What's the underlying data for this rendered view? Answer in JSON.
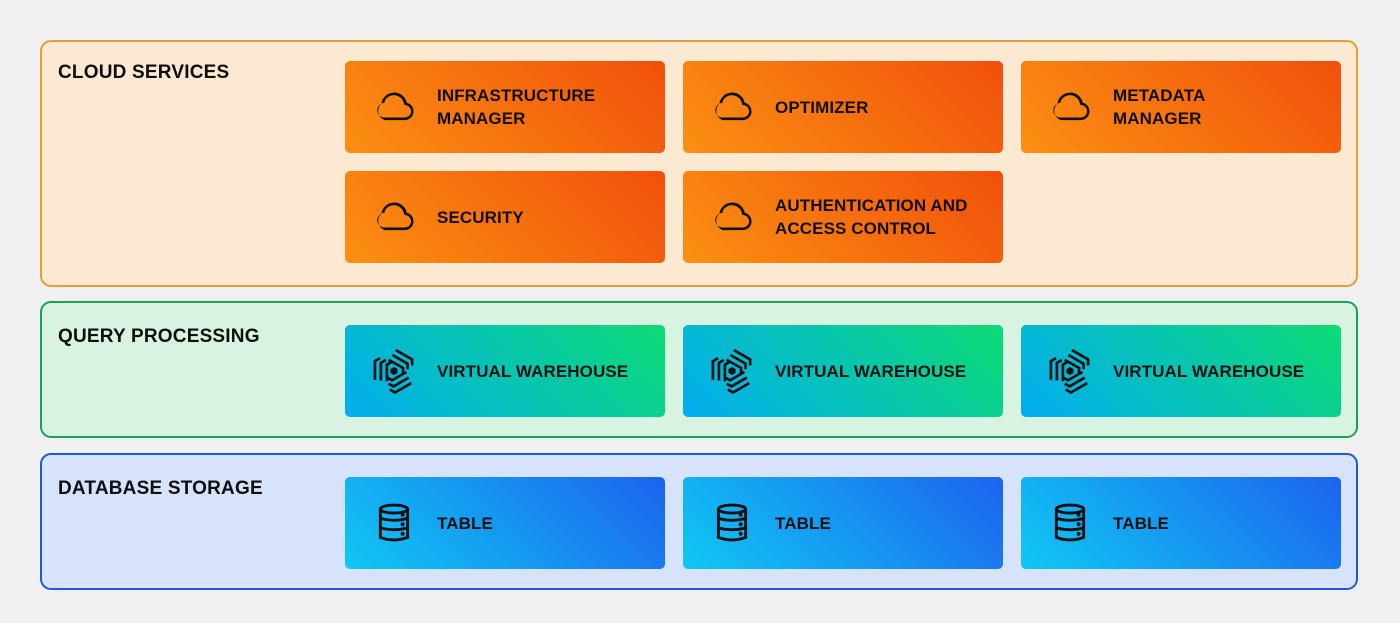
{
  "diagram": {
    "page_bg": "#f0f0f1",
    "text_color": "#101010",
    "sections": {
      "cloud": {
        "title": "CLOUD SERVICES",
        "colors": {
          "panel_bg": "#fbe9d1",
          "panel_border": "#ec9c35",
          "box_gradient_start": "#fb9013",
          "box_gradient_end": "#f1500a"
        },
        "boxes": [
          {
            "icon": "cloud-icon",
            "label": "INFRASTRUCTURE MANAGER",
            "lines": [
              "INFRASTRUCTURE",
              "MANAGER"
            ]
          },
          {
            "icon": "cloud-icon",
            "label": "OPTIMIZER",
            "lines": [
              "OPTIMIZER"
            ]
          },
          {
            "icon": "cloud-icon",
            "label": "METADATA MANAGER",
            "lines": [
              "METADATA",
              "MANAGER"
            ]
          },
          {
            "icon": "cloud-icon",
            "label": "SECURITY",
            "lines": [
              "SECURITY"
            ]
          },
          {
            "icon": "cloud-icon",
            "label": "AUTHENTICATION AND ACCESS CONTROL",
            "lines": [
              "AUTHENTICATION AND",
              "ACCESS CONTROL"
            ]
          }
        ]
      },
      "query": {
        "title": "QUERY PROCESSING",
        "colors": {
          "panel_bg": "#d8f4e0",
          "panel_border": "#17a45a",
          "box_gradient_start": "#02adf2",
          "box_gradient_end": "#0cdb73"
        },
        "boxes": [
          {
            "icon": "virtual-warehouse-icon",
            "label": "VIRTUAL WAREHOUSE",
            "lines": [
              "VIRTUAL WAREHOUSE"
            ]
          },
          {
            "icon": "virtual-warehouse-icon",
            "label": "VIRTUAL WAREHOUSE",
            "lines": [
              "VIRTUAL WAREHOUSE"
            ]
          },
          {
            "icon": "virtual-warehouse-icon",
            "label": "VIRTUAL WAREHOUSE",
            "lines": [
              "VIRTUAL WAREHOUSE"
            ]
          }
        ]
      },
      "storage": {
        "title": "DATABASE STORAGE",
        "colors": {
          "panel_bg": "#d7e3fa",
          "panel_border": "#2059d4",
          "box_gradient_start": "#10c8f3",
          "box_gradient_end": "#1c63ee"
        },
        "boxes": [
          {
            "icon": "database-icon",
            "label": "TABLE",
            "lines": [
              "TABLE"
            ]
          },
          {
            "icon": "database-icon",
            "label": "TABLE",
            "lines": [
              "TABLE"
            ]
          },
          {
            "icon": "database-icon",
            "label": "TABLE",
            "lines": [
              "TABLE"
            ]
          }
        ]
      }
    }
  }
}
